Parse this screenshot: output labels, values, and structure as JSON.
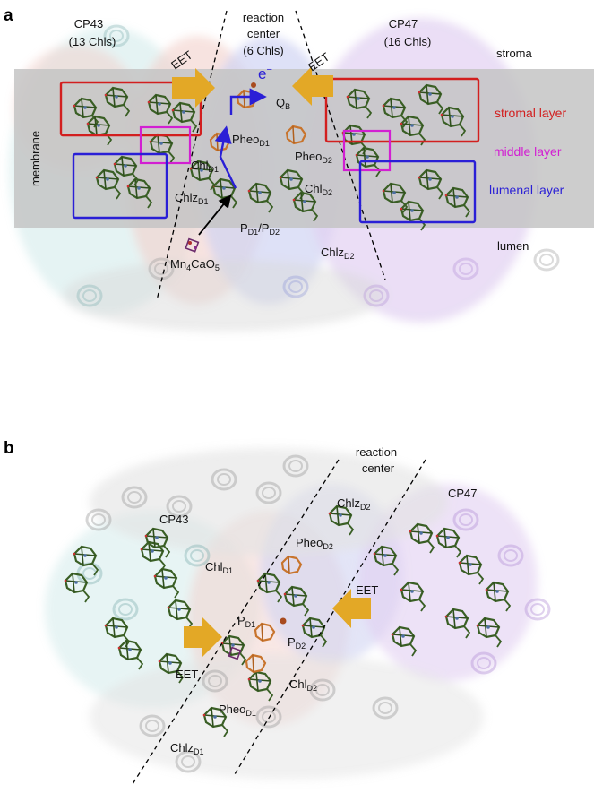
{
  "panel_a": {
    "panel_letter": "a",
    "cp43_title": "CP43",
    "cp43_count": "(13 Chls)",
    "rc_title_1": "reaction",
    "rc_title_2": "center",
    "rc_count": "(6 Chls)",
    "cp47_title": "CP47",
    "cp47_count": "(16 Chls)",
    "stroma": "stroma",
    "lumen": "lumen",
    "membrane": "membrane",
    "eet_left": "EET",
    "eet_right": "EET",
    "electron": "e",
    "electron_sup": "−",
    "qb": "Q",
    "qb_sub": "B",
    "pheo_d1": "Pheo",
    "pheo_d1_sub": "D1",
    "pheo_d2": "Pheo",
    "pheo_d2_sub": "D2",
    "chl_d1": "Chl",
    "chl_d1_sub": "D1",
    "chl_d2": "Chl",
    "chl_d2_sub": "D2",
    "chlz_d1": "Chlz",
    "chlz_d1_sub": "D1",
    "chlz_d2": "Chlz",
    "chlz_d2_sub": "D2",
    "p_pair": "P",
    "p_pair_sub1": "D1",
    "p_pair_mid": "/P",
    "p_pair_sub2": "D2",
    "mn_prefix": "Mn",
    "mn_sub1": "4",
    "mn_mid": "CaO",
    "mn_sub2": "5",
    "stromal_layer": "stromal layer",
    "middle_layer": "middle layer",
    "lumenal_layer": "lumenal layer"
  },
  "panel_b": {
    "panel_letter": "b",
    "rc_title_1": "reaction",
    "rc_title_2": "center",
    "cp43": "CP43",
    "cp47": "CP47",
    "eet_left": "EET",
    "eet_right": "EET",
    "chlz_d2": "Chlz",
    "chlz_d2_sub": "D2",
    "pheo_d2": "Pheo",
    "pheo_d2_sub": "D2",
    "chl_d1": "Chl",
    "chl_d1_sub": "D1",
    "pd1": "P",
    "pd1_sub": "D1",
    "pd2": "P",
    "pd2_sub": "D2",
    "chl_d2": "Chl",
    "chl_d2_sub": "D2",
    "pheo_d1": "Pheo",
    "pheo_d1_sub": "D1",
    "chlz_d1": "Chlz",
    "chlz_d1_sub": "D1"
  },
  "colors": {
    "stromal_layer": "#d21f1f",
    "middle_layer": "#d21fd2",
    "lumenal_layer": "#2a1fd6",
    "arrow": "#e3a826",
    "electron_path": "#2a1fd6",
    "membrane_band": "#c4c4c4",
    "chlorophyll": "#3a5f25",
    "cp43_tint": "#9fd3d3",
    "cp47_tint": "#c9a9e6",
    "rc_d1_tint": "#e8aaa0",
    "rc_d2_tint": "#aab0e8"
  }
}
